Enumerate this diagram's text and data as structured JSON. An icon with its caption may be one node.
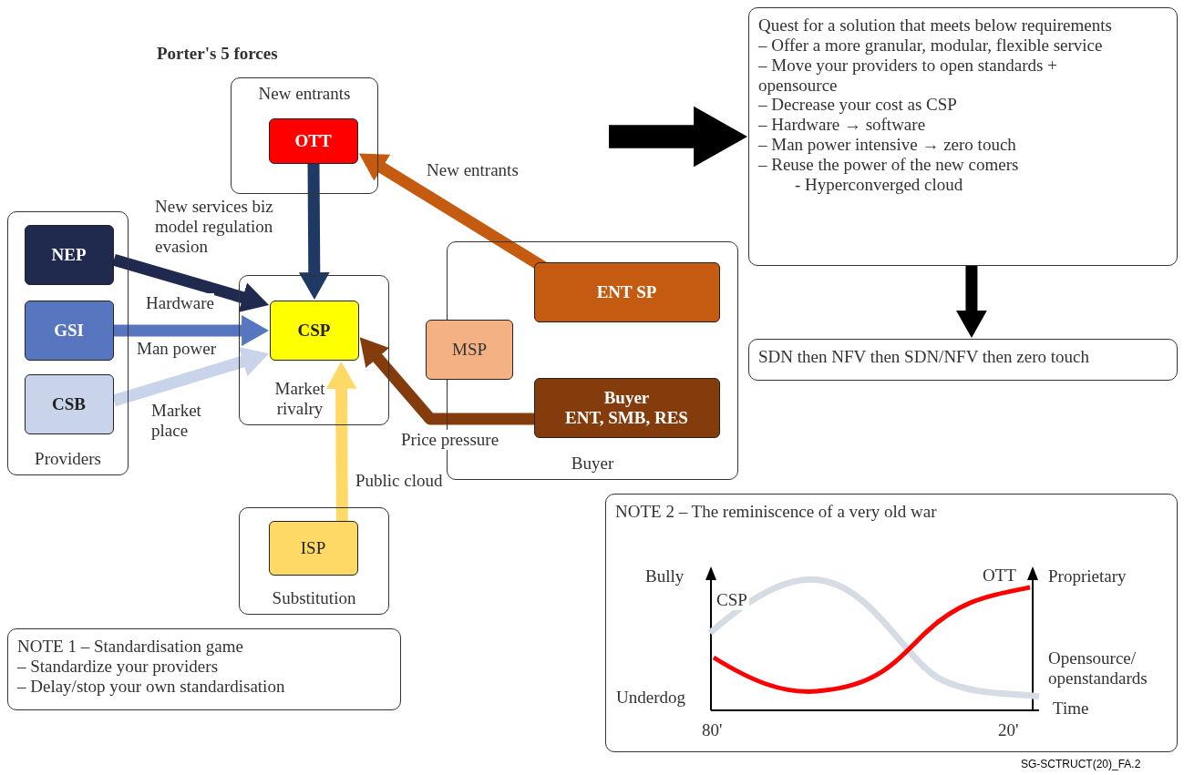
{
  "diagram": {
    "title": "Porter's 5 forces",
    "nodes": [
      {
        "text": [
          "New entrants"
        ]
      },
      {
        "text": [
          "OTT"
        ],
        "in": 0
      },
      {
        "text": [
          "Providers"
        ]
      },
      {
        "text": [
          "NEP"
        ],
        "in": 2
      },
      {
        "text": [
          "GSI"
        ],
        "in": 2
      },
      {
        "text": [
          "CSB"
        ],
        "in": 2
      },
      {
        "text": [
          "Market rivalry"
        ]
      },
      {
        "text": [
          "CSP"
        ],
        "in": 6
      },
      {
        "text": [
          "Buyer"
        ]
      },
      {
        "text": [
          "MSP"
        ]
      },
      {
        "text": [
          "ENT SP"
        ],
        "in": 8
      },
      {
        "text": [
          "Buyer",
          "ENT, SMB, RES"
        ],
        "in": 8
      },
      {
        "text": [
          "Substitution"
        ]
      },
      {
        "text": [
          "ISP"
        ],
        "in": 12
      },
      {
        "text": [
          "NOTE 1 – Standardisation game",
          "– Standardize your providers",
          "– Delay/stop your own standardisation"
        ]
      },
      {
        "text": [
          "Quest for a solution that meets below requirements",
          "– Offer a more granular, modular, flexible service",
          "– Move your providers to open standards + opensource",
          "– Decrease your cost as CSP",
          "– Hardware → software",
          "– Man power intensive → zero touch",
          "– Reuse the power of the new comers",
          "- Hyperconverged cloud"
        ]
      },
      {
        "text": [
          "SDN then NFV then SDN/NFV then zero touch"
        ]
      },
      {
        "text": [
          "NOTE 2 – The reminiscence of a very old war"
        ]
      }
    ],
    "edges": [
      {
        "from": 1,
        "to": 7,
        "arrow": "to",
        "label": "New services biz model regulation evasion",
        "color": "#203864"
      },
      {
        "from": 10,
        "to": 1,
        "arrow": "to",
        "label": "New entrants",
        "color": "#c55a11"
      },
      {
        "from": 3,
        "to": 7,
        "arrow": "to",
        "label": "Hardware",
        "color": "#1f2a4e"
      },
      {
        "from": 4,
        "to": 7,
        "arrow": "to",
        "label": "Man power",
        "color": "#5875bf"
      },
      {
        "from": 5,
        "to": 7,
        "arrow": "to",
        "label": "Market place",
        "color": "#c9d3ea"
      },
      {
        "from": 11,
        "to": 7,
        "arrow": "to",
        "label": "Price pressure",
        "color": "#843c0c"
      },
      {
        "from": 13,
        "to": 7,
        "arrow": "to",
        "label": "Public cloud",
        "color": "#ffd966"
      },
      {
        "from": null,
        "to": 15,
        "arrow": "to",
        "style": "thick",
        "color": "#000000"
      },
      {
        "from": 15,
        "to": 16,
        "arrow": "to",
        "color": "#000000"
      }
    ],
    "labels": [
      "Bully",
      "CSP",
      "OTT",
      "Proprietary",
      "Opensource/ openstandards",
      "Underdog",
      "Time",
      "80'",
      "20'",
      "SG-SCTRUCT(20)_FA.2"
    ]
  }
}
